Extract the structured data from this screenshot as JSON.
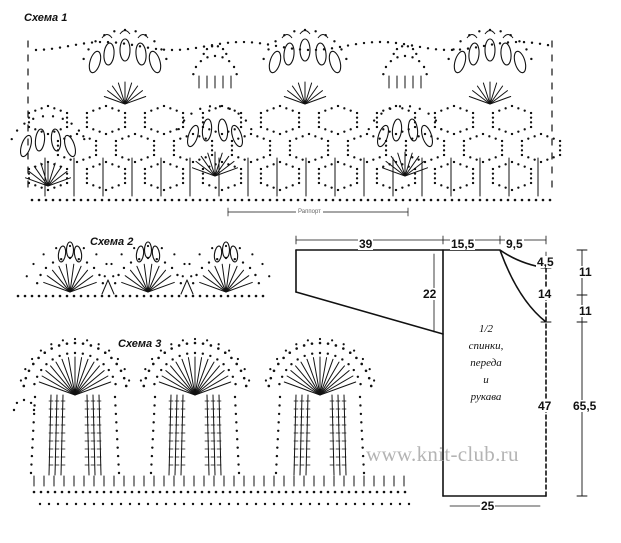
{
  "schemes": {
    "scheme1": {
      "title": "Схема 1",
      "rapport": "Раппорт"
    },
    "scheme2": {
      "title": "Схема 2"
    },
    "scheme3": {
      "title": "Схема 3"
    }
  },
  "pattern_piece": {
    "text_line1": "1/2",
    "text_line2": "спинки,",
    "text_line3": "переда",
    "text_line4": "и",
    "text_line5": "рукава",
    "dims": {
      "sleeve_top": "39",
      "shoulder": "15,5",
      "neck_width": "9,5",
      "neck_depth": "4,5",
      "sleeve_side": "22",
      "armhole": "14",
      "body_height": "47",
      "bottom": "25",
      "right_upper": "11",
      "right_mid": "11",
      "total_height": "65,5"
    }
  },
  "watermark": "www.knit-club.ru"
}
